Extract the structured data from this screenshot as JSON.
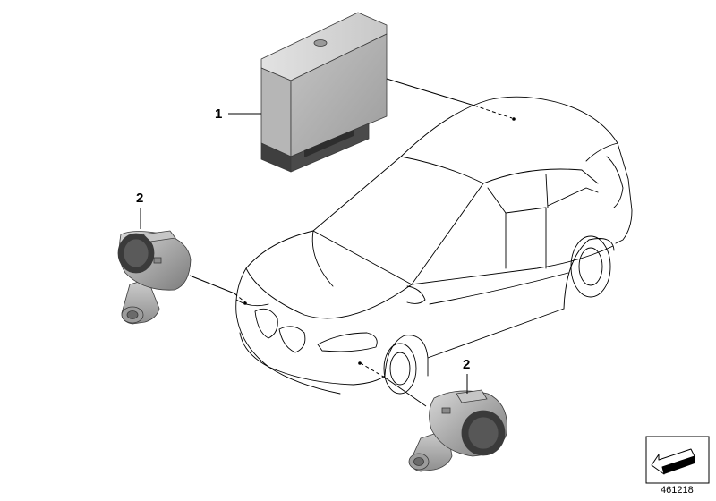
{
  "diagram": {
    "callouts": [
      {
        "id": "callout-1",
        "label": "1"
      },
      {
        "id": "callout-2-left",
        "label": "2"
      },
      {
        "id": "callout-2-right",
        "label": "2"
      }
    ],
    "reference_number": "461218",
    "colors": {
      "line": "#000000",
      "part_gray_light": "#c9c9c9",
      "part_gray_mid": "#a9a9a9",
      "part_gray_dark": "#4a4a4a",
      "background": "#ffffff"
    },
    "icons": [
      "control-unit-icon",
      "parking-sensor-icon",
      "car-outline-icon",
      "view-direction-icon"
    ]
  }
}
